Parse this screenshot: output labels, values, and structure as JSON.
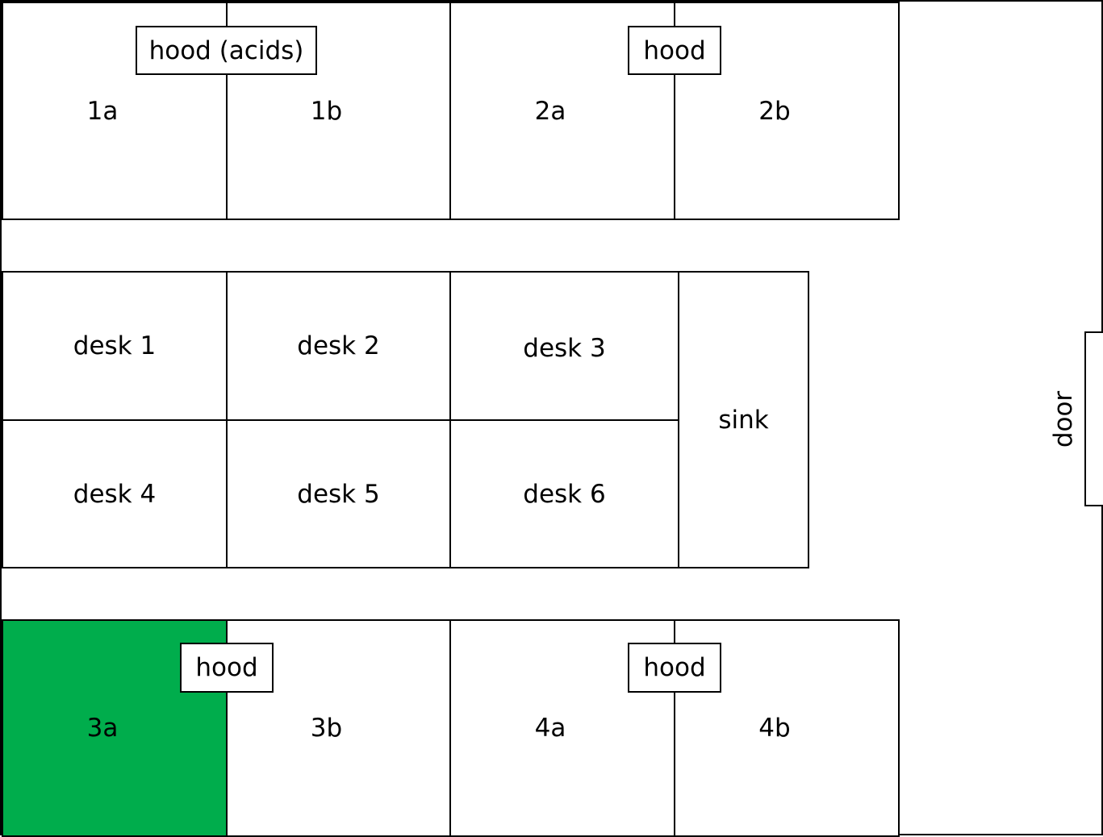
{
  "colors": {
    "highlight": "#00ad4c",
    "line": "#000000",
    "background": "#ffffff"
  },
  "rooms": {
    "r1a": "1a",
    "r1b": "1b",
    "r2a": "2a",
    "r2b": "2b",
    "r3a": "3a",
    "r3b": "3b",
    "r4a": "4a",
    "r4b": "4b"
  },
  "hoods": {
    "hood1": "hood (acids)",
    "hood2": "hood",
    "hood3": "hood",
    "hood4": "hood"
  },
  "desks": {
    "desk1": "desk 1",
    "desk2": "desk 2",
    "desk3": "desk 3",
    "desk4": "desk 4",
    "desk5": "desk 5",
    "desk6": "desk 6"
  },
  "sink": "sink",
  "door": "door",
  "highlighted_room": "3a"
}
